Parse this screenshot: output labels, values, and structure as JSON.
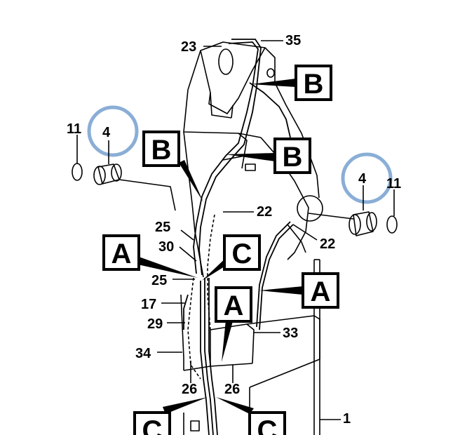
{
  "diagram": {
    "callouts": {
      "c1": "1",
      "c4_left": "4",
      "c4_right": "4",
      "c11_left": "11",
      "c11_right": "11",
      "c17": "17",
      "c22_top": "22",
      "c22_right": "22",
      "c23": "23",
      "c25_top": "25",
      "c25_bottom": "25",
      "c26_left": "26",
      "c26_right": "26",
      "c29": "29",
      "c30": "30",
      "c33": "33",
      "c34": "34",
      "c35": "35"
    },
    "section_markers": {
      "b_top": "B",
      "b_left": "B",
      "b_right": "B",
      "a_left": "A",
      "a_right": "A",
      "a_center": "A",
      "c_upper": "C",
      "c_bottom_left": "C",
      "c_bottom_right": "C"
    },
    "highlight_color": "#8aaed6"
  }
}
